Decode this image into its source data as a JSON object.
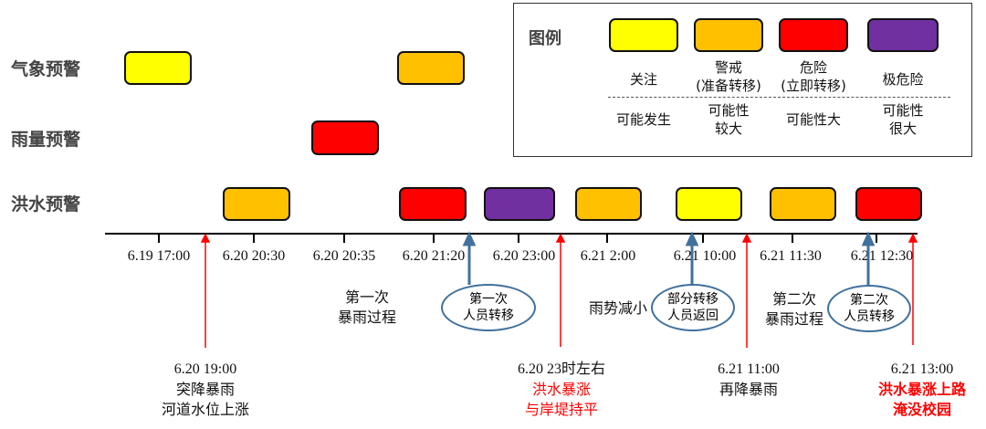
{
  "rows": [
    "气象预警",
    "雨量预警",
    "洪水预警"
  ],
  "colors": {
    "yellow": "#FFFF00",
    "orange": "#FFC000",
    "red": "#FF0000",
    "purple": "#7030A0",
    "blue_arrow": "#41719C",
    "red_arrow": "#FF0000"
  },
  "ticks": [
    "6.19 17:00",
    "6.20 20:30",
    "6.20 20:35",
    "6.20 21:20",
    "6.20 23:00",
    "6.21 2:00",
    "6.21 10:00",
    "6.21 11:30",
    "6.21 12:30"
  ],
  "process_labels": {
    "first_rain": [
      "第一次",
      "暴雨过程"
    ],
    "rain_weaken": "雨势减小",
    "second_rain": [
      "第二次",
      "暴雨过程"
    ]
  },
  "ellipses": [
    [
      "第一次",
      "人员转移"
    ],
    [
      "部分转移",
      "人员返回"
    ],
    [
      "第二次",
      "人员转移"
    ]
  ],
  "events": [
    {
      "time": "6.20 19:00",
      "lines": [
        "突降暴雨",
        "河道水位上涨"
      ]
    },
    {
      "time": "6.20 23时左右",
      "lines": [
        "洪水暴涨",
        "与岸堤持平"
      ]
    },
    {
      "time": "6.21 11:00",
      "lines": [
        "再降暴雨"
      ]
    },
    {
      "time": "6.21 13:00",
      "lines": [
        "洪水暴涨上路",
        "淹没校园"
      ]
    }
  ],
  "legend": {
    "title": "图例",
    "levels": [
      {
        "name": "关注",
        "sub": "",
        "likelihood": "可能发生",
        "likelihood2": ""
      },
      {
        "name": "警戒",
        "sub": "(准备转移)",
        "likelihood": "可能性",
        "likelihood2": "较大"
      },
      {
        "name": "危险",
        "sub": "(立即转移)",
        "likelihood": "可能性大",
        "likelihood2": ""
      },
      {
        "name": "极危险",
        "sub": "",
        "likelihood": "可能性",
        "likelihood2": "很大"
      }
    ]
  }
}
